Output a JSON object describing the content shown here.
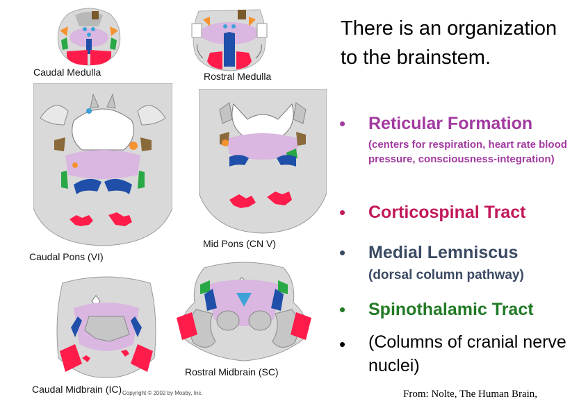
{
  "colors": {
    "reticular": "#a23aa0",
    "corticospinal": "#c2185b",
    "lemniscus": "#3b4a63",
    "spinothalamic": "#217a25",
    "cortico_fill": "#ff1c4a",
    "lemniscus_fill": "#1f4fa8",
    "reticular_fill": "#d9b7e0",
    "tissue": "#d9d9d9",
    "spinothal_fill": "#29a846"
  },
  "slices": [
    {
      "label": "Caudal Medulla"
    },
    {
      "label": "Rostral Medulla"
    },
    {
      "label": "Caudal Pons (VI)"
    },
    {
      "label": "Mid Pons (CN V)"
    },
    {
      "label": "Caudal Midbrain (IC)"
    },
    {
      "label": "Rostral Midbrain (SC)"
    }
  ],
  "copyright": "Copyright © 2002 by Mosby, Inc.",
  "heading": "There is an organization to the brainstem.",
  "bullets": [
    {
      "title": "Reticular Formation",
      "subtitle": "(centers for respiration, heart rate blood pressure, consciousness-integration)"
    },
    {
      "title": "Corticospinal Tract",
      "subtitle": ""
    },
    {
      "title": "Medial Lemniscus",
      "subtitle": "(dorsal column pathway)"
    },
    {
      "title": "Spinothalamic Tract",
      "subtitle": ""
    },
    {
      "title": "(Columns of cranial nerve nuclei)",
      "subtitle": ""
    }
  ],
  "bullet_char": "•",
  "source": "From: Nolte, The Human Brain,"
}
